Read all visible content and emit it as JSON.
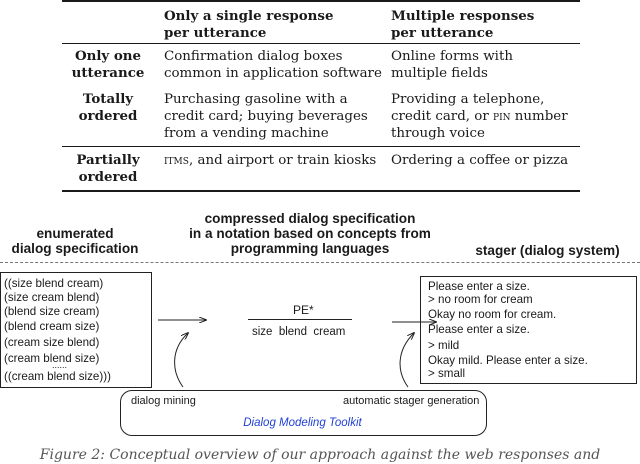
{
  "table": {
    "col_headers": [
      "Only a single response\nper utterance",
      "Multiple responses\nper utterance"
    ],
    "rows": [
      {
        "header": "Only one\nutterance",
        "single": "Confirmation dialog boxes\ncommon in application software",
        "multiple": "Online forms with\nmultiple fields"
      },
      {
        "header": "Totally\nordered",
        "single": "Purchasing gasoline with a\ncredit card; buying beverages\nfrom a vending machine",
        "multiple_pre": "Providing a telephone,\ncredit card, or ",
        "multiple_sc": "pin",
        "multiple_post": " number\nthrough voice"
      },
      {
        "header": "Partially\nordered",
        "single_sc": "itms",
        "single_post": ", and airport or train kiosks",
        "multiple": "Ordering a coffee or pizza"
      }
    ]
  },
  "diagram": {
    "enum_heading": "enumerated\ndialog specification",
    "compressed_heading": "compressed dialog specification\nin a notation based on concepts from\nprogramming languages",
    "stager_heading": "stager (dialog system)",
    "enum_items": [
      "((size blend cream)",
      "(size cream blend)",
      "(blend size cream)",
      "(blend cream size)",
      "(cream size blend)",
      "(cream blend size)",
      "......",
      "((cream blend size)))"
    ],
    "pe_label": "PE*",
    "pe_terms": "size  blend  cream",
    "stager_lines": [
      "Please enter a size.",
      "> no room for cream",
      "Okay no room for cream.",
      "Please enter a size.",
      "> mild",
      "Okay mild.  Please enter a size.",
      "> small"
    ],
    "dialog_mining": "dialog mining",
    "auto_stager": "automatic stager generation",
    "toolkit": "Dialog Modeling Toolkit"
  },
  "colors": {
    "toolkit": "#1f3fd6"
  },
  "caption": "Figure 2: Conceptual overview of our approach against the web responses and"
}
